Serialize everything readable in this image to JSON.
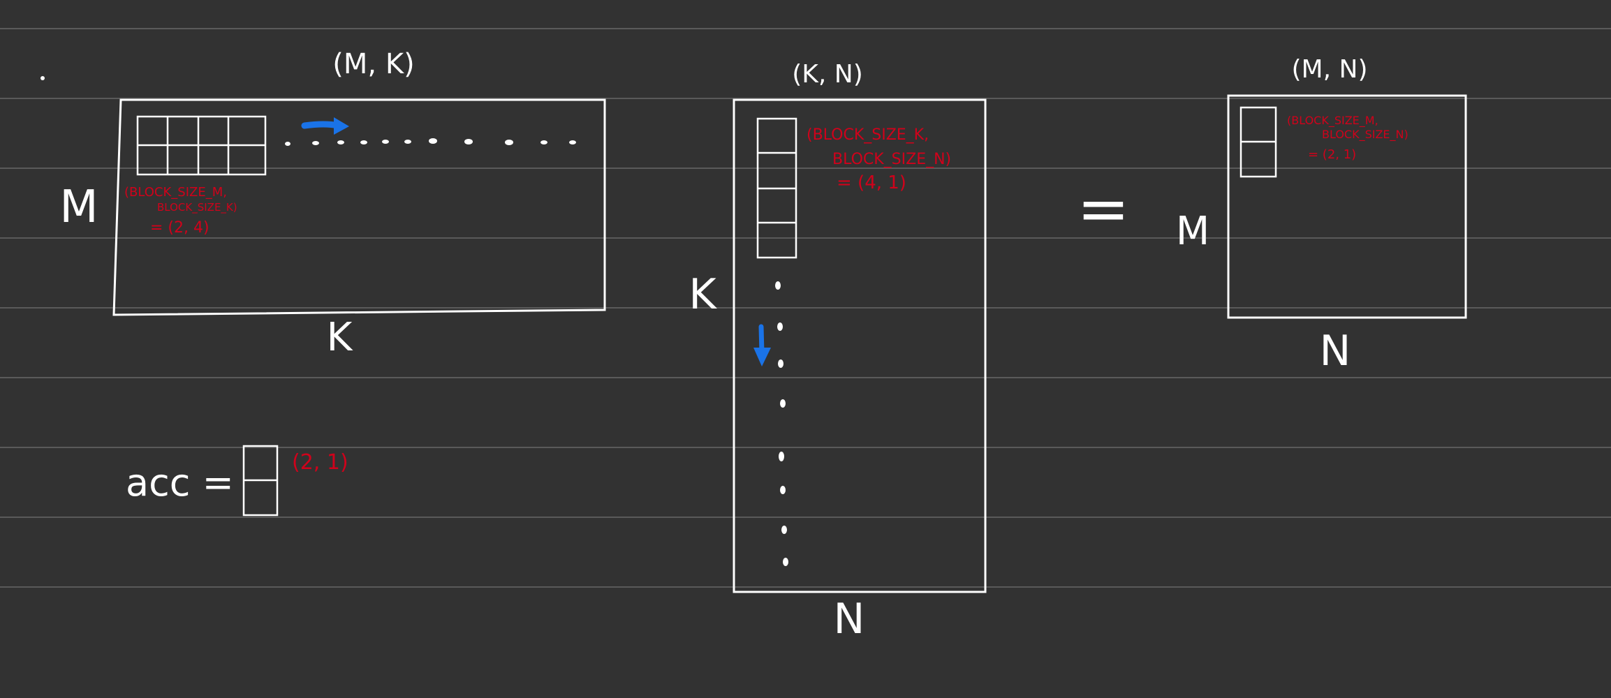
{
  "colors": {
    "background": "#323232",
    "rule_line": "#5a5a5a",
    "ink": "#ffffff",
    "annotation": "#d0021b",
    "arrow": "#1a73e8"
  },
  "matrix_a": {
    "shape_label": "(M, K)",
    "row_label": "M",
    "col_label": "K",
    "block_note": [
      "(BLOCK_SIZE_M,",
      "BLOCK_SIZE_K)",
      "= (2, 4)"
    ],
    "arrow_icon": "arrow-right-icon"
  },
  "matrix_b": {
    "shape_label": "(K, N)",
    "row_label": "K",
    "col_label": "N",
    "block_note": [
      "(BLOCK_SIZE_K,",
      "BLOCK_SIZE_N)",
      "= (4, 1)"
    ],
    "arrow_icon": "arrow-down-icon"
  },
  "equals_sign": "=",
  "matrix_c": {
    "shape_label": "(M, N)",
    "row_label": "M",
    "col_label": "N",
    "block_note": [
      "(BLOCK_SIZE_M,",
      "BLOCK_SIZE_N)",
      "= (2, 1)"
    ]
  },
  "accumulator": {
    "label": "acc =",
    "note": "(2, 1)"
  }
}
